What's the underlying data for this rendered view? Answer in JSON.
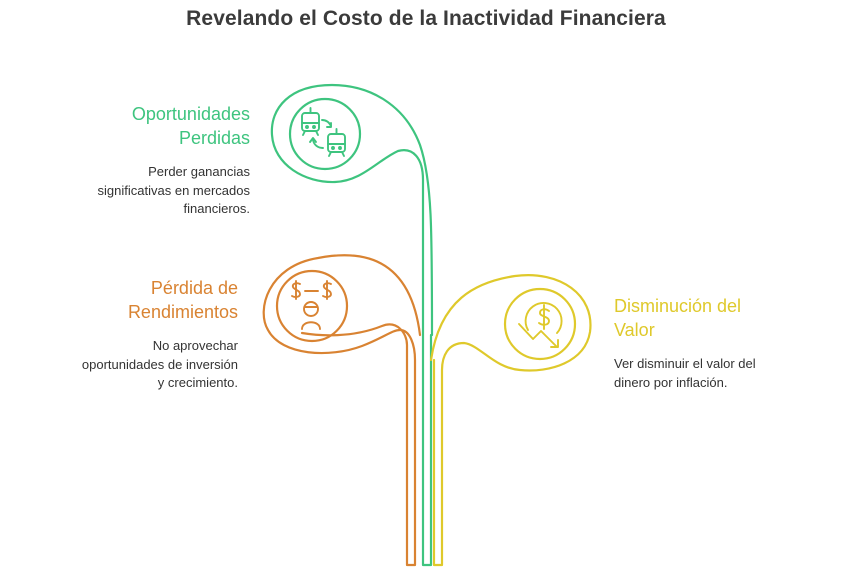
{
  "title": "Revelando el Costo de la Inactividad Financiera",
  "colors": {
    "green": "#3ec47f",
    "orange": "#d98332",
    "yellow": "#dfc92b",
    "title": "#3b3b3b",
    "text": "#333333"
  },
  "branches": [
    {
      "heading": "Oportunidades\nPerdidas",
      "description": "Perder ganancias\nsignificativas en mercados\nfinancieros.",
      "icon": "train-swap-icon",
      "color": "green"
    },
    {
      "heading": "Pérdida de\nRendimientos",
      "description": "No aprovechar\noportunidades de inversión\ny crecimiento.",
      "icon": "person-dollar-icon",
      "color": "orange"
    },
    {
      "heading": "Disminución del\nValor",
      "description": "Ver disminuir el valor del\ndinero por inflación.",
      "icon": "dollar-decline-icon",
      "color": "yellow"
    }
  ]
}
